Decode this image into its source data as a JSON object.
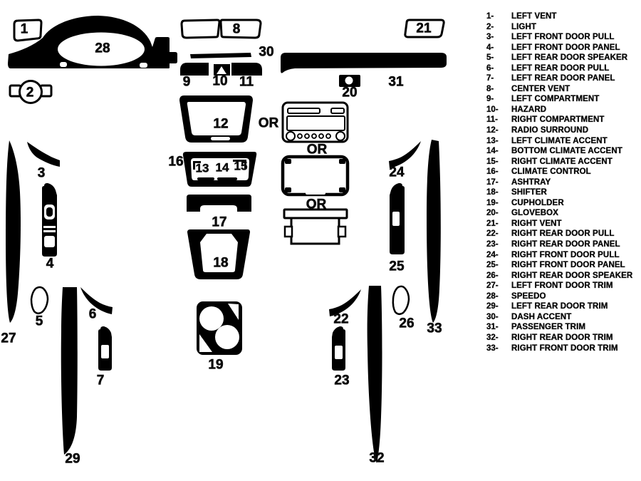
{
  "colors": {
    "ink": "#000000",
    "paper": "#ffffff"
  },
  "diagram": {
    "or": "OR",
    "labels": {
      "p1": "1",
      "p2": "2",
      "p3": "3",
      "p4": "4",
      "p5": "5",
      "p6": "6",
      "p7": "7",
      "p8": "8",
      "p9": "9",
      "p10": "10",
      "p11": "11",
      "p12": "12",
      "p13": "13",
      "p14": "14",
      "p15": "15",
      "p16": "16",
      "p17": "17",
      "p18": "18",
      "p19": "19",
      "p20": "20",
      "p21": "21",
      "p22": "22",
      "p23": "23",
      "p24": "24",
      "p25": "25",
      "p26": "26",
      "p27": "27",
      "p28": "28",
      "p29": "29",
      "p30": "30",
      "p31": "31",
      "p32": "32",
      "p33": "33"
    }
  },
  "legend": {
    "items": [
      {
        "n": "1-",
        "t": "LEFT VENT"
      },
      {
        "n": "2-",
        "t": "LIGHT"
      },
      {
        "n": "3-",
        "t": "LEFT FRONT DOOR PULL"
      },
      {
        "n": "4-",
        "t": "LEFT FRONT DOOR PANEL"
      },
      {
        "n": "5-",
        "t": "LEFT REAR DOOR SPEAKER"
      },
      {
        "n": "6-",
        "t": "LEFT REAR DOOR PULL"
      },
      {
        "n": "7-",
        "t": "LEFT REAR DOOR PANEL"
      },
      {
        "n": "8-",
        "t": "CENTER VENT"
      },
      {
        "n": "9-",
        "t": "LEFT COMPARTMENT"
      },
      {
        "n": "10-",
        "t": "HAZARD"
      },
      {
        "n": "11-",
        "t": "RIGHT COMPARTMENT"
      },
      {
        "n": "12-",
        "t": "RADIO SURROUND"
      },
      {
        "n": "13-",
        "t": "LEFT CLIMATE ACCENT"
      },
      {
        "n": "14-",
        "t": "BOTTOM CLIMATE ACCENT"
      },
      {
        "n": "15-",
        "t": "RIGHT CLIMATE ACCENT"
      },
      {
        "n": "16-",
        "t": "CLIMATE CONTROL"
      },
      {
        "n": "17-",
        "t": "ASHTRAY"
      },
      {
        "n": "18-",
        "t": "SHIFTER"
      },
      {
        "n": "19-",
        "t": "CUPHOLDER"
      },
      {
        "n": "20-",
        "t": "GLOVEBOX"
      },
      {
        "n": "21-",
        "t": "RIGHT VENT"
      },
      {
        "n": "22-",
        "t": "RIGHT REAR DOOR PULL"
      },
      {
        "n": "23-",
        "t": "RIGHT REAR DOOR PANEL"
      },
      {
        "n": "24-",
        "t": "RIGHT FRONT DOOR PULL"
      },
      {
        "n": "25-",
        "t": "RIGHT FRONT DOOR PANEL"
      },
      {
        "n": "26-",
        "t": "RIGHT REAR DOOR SPEAKER"
      },
      {
        "n": "27-",
        "t": "LEFT FRONT DOOR TRIM"
      },
      {
        "n": "28-",
        "t": "SPEEDO"
      },
      {
        "n": "29-",
        "t": "LEFT REAR DOOR TRIM"
      },
      {
        "n": "30-",
        "t": "DASH ACCENT"
      },
      {
        "n": "31-",
        "t": "PASSENGER TRIM"
      },
      {
        "n": "32-",
        "t": "RIGHT REAR DOOR TRIM"
      },
      {
        "n": "33-",
        "t": "RIGHT FRONT DOOR TRIM"
      }
    ]
  }
}
